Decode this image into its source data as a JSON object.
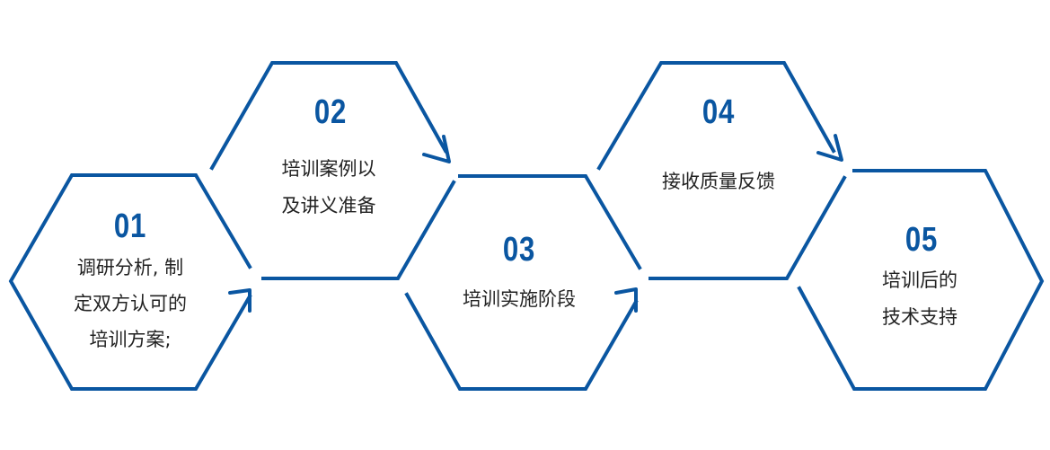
{
  "steps": [
    {
      "number": "01",
      "lines": [
        "调研分析, 制",
        "定双方认可的",
        "培训方案;"
      ]
    },
    {
      "number": "02",
      "lines": [
        "培训案例以",
        "及讲义准备"
      ]
    },
    {
      "number": "03",
      "lines": [
        "培训实施阶段"
      ]
    },
    {
      "number": "04",
      "lines": [
        "接收质量反馈"
      ]
    },
    {
      "number": "05",
      "lines": [
        "培训后的",
        "技术支持"
      ]
    }
  ],
  "colors": {
    "accent": "#0a56a1",
    "text": "#222222",
    "background": "#ffffff"
  }
}
